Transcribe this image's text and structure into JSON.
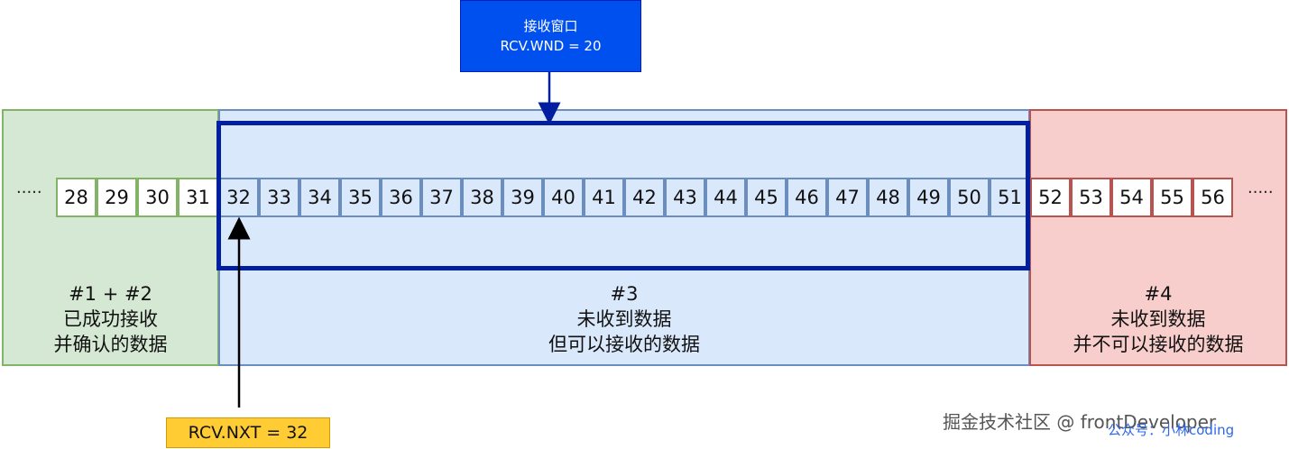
{
  "window_label": {
    "line1": "接收窗口",
    "line2": "RCV.WND = 20"
  },
  "rcv_nxt_label": "RCV.NXT = 32",
  "ellipsis_left": "·····",
  "ellipsis_right": "·····",
  "green_cells": [
    "28",
    "29",
    "30",
    "31"
  ],
  "blue_cells": [
    "32",
    "33",
    "34",
    "35",
    "36",
    "37",
    "38",
    "39",
    "40",
    "41",
    "42",
    "43",
    "44",
    "45",
    "46",
    "47",
    "48",
    "49",
    "50",
    "51"
  ],
  "red_cells": [
    "52",
    "53",
    "54",
    "55",
    "56"
  ],
  "regions": {
    "green": {
      "line1": "#1 + #2",
      "line2": "已成功接收",
      "line3": "并确认的数据"
    },
    "blue": {
      "line1": "#3",
      "line2": "未收到数据",
      "line3": "但可以接收的数据"
    },
    "red": {
      "line1": "#4",
      "line2": "未收到数据",
      "line3": "并不可以接收的数据"
    }
  },
  "watermark": "掘金技术社区 @ frontDeveloper",
  "watermark2": "公众号：小林coding",
  "colors": {
    "green_fill": "#d5e8d4",
    "blue_fill": "#dae8fc",
    "red_fill": "#f8cecc",
    "window_border": "#001ea0",
    "label_box": "#0050ef",
    "nxt_box": "#ffcc33"
  }
}
